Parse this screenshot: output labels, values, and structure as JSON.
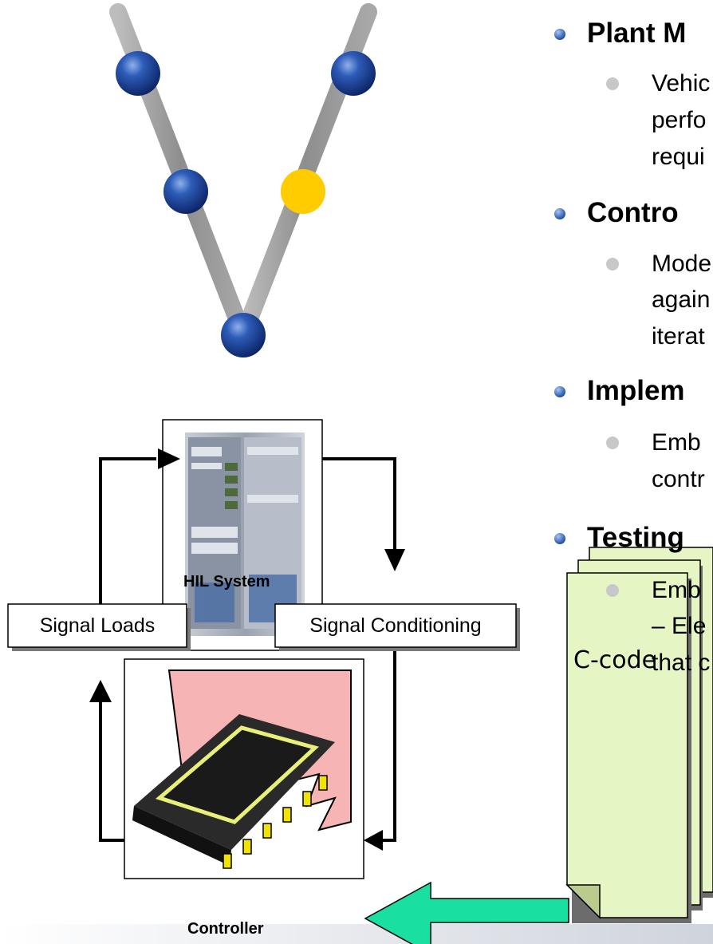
{
  "colors": {
    "ball_blue": "#1f3f8c",
    "ball_yellow": "#ffcc00",
    "v_bar": "#9c9c9c",
    "arrow_fill": "#19e0a0",
    "page_fill": "#e6f5c4",
    "bullet_dot": "#3a6cc0"
  },
  "bullets": [
    {
      "heading": "Plant M",
      "detail_lines": [
        "Vehic",
        "perfo",
        "requi"
      ]
    },
    {
      "heading": "Contro",
      "detail_lines": [
        "Mode",
        "again",
        "iterat"
      ]
    },
    {
      "heading": "Implem",
      "detail_lines": [
        "Emb",
        "contr"
      ]
    },
    {
      "heading": "Testing",
      "detail_lines": [
        "Emb",
        "– Ele",
        "that c"
      ]
    }
  ],
  "diagram": {
    "hil_caption": "HIL System",
    "controller_caption": "Controller",
    "signal_loads": "Signal Loads",
    "signal_conditioning": "Signal Conditioning",
    "code_label": "C-code"
  }
}
